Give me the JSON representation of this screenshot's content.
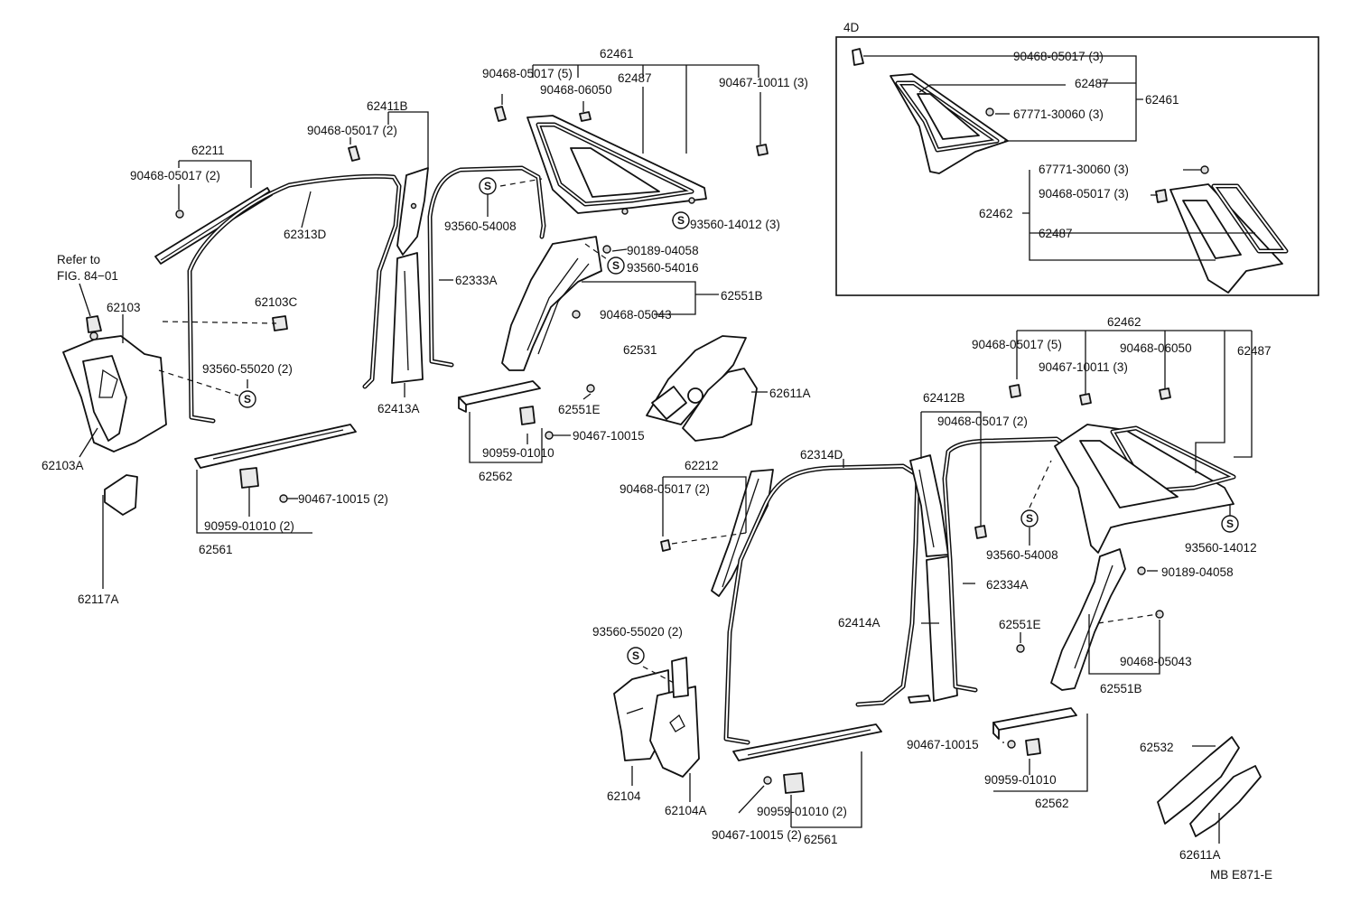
{
  "inset_title": "4D",
  "drawing_code": "MB E871-E",
  "screw_symbol": "S",
  "labels": {
    "l62461": "62461",
    "l90468_05017_5_a": "90468-05017 (5)",
    "l62487_a": "62487",
    "l90468_06050_a": "90468-06050",
    "l90467_10011_3_a": "90467-10011 (3)",
    "l62411B": "62411B",
    "l90468_05017_2_a": "90468-05017 (2)",
    "l62211": "62211",
    "l90468_05017_2_b": "90468-05017 (2)",
    "l62313D": "62313D",
    "l93560_54008_a": "93560-54008",
    "l93560_14012_3": "93560-14012 (3)",
    "l90189_04058_a": "90189-04058",
    "l93560_54016": "93560-54016",
    "l62333A": "62333A",
    "l62551B_a": "62551B",
    "l90468_05043_a": "90468-05043",
    "l62103C": "62103C",
    "l62103": "62103",
    "refer1": "Refer to",
    "refer2": "FIG. 84−01",
    "l93560_55020_2_a": "93560-55020 (2)",
    "l62413A": "62413A",
    "l62531": "62531",
    "l62611A_a": "62611A",
    "l62551E_a": "62551E",
    "l90467_10015_a": "90467-10015",
    "l90959_01010_a": "90959-01010",
    "l62562_a": "62562",
    "l62103A": "62103A",
    "l90467_10015_2_a": "90467-10015 (2)",
    "l90959_01010_2_a": "90959-01010 (2)",
    "l62561_a": "62561",
    "l62117A": "62117A",
    "i90468_05017_3": "90468-05017 (3)",
    "i62487_a": "62487",
    "i62461": "62461",
    "i67771_30060_3_a": "67771-30060 (3)",
    "i67771_30060_3_b": "67771-30060 (3)",
    "i90468_05017_3_b": "90468-05017 (3)",
    "i62462": "62462",
    "i62487_b": "62487",
    "l62462": "62462",
    "l90468_05017_5_b": "90468-05017 (5)",
    "l90468_06050_b": "90468-06050",
    "l62487_b": "62487",
    "l90467_10011_3_b": "90467-10011 (3)",
    "l62412B": "62412B",
    "l90468_05017_2_c": "90468-05017 (2)",
    "l62314D": "62314D",
    "l62212": "62212",
    "l90468_05017_2_d": "90468-05017 (2)",
    "l93560_54008_b": "93560-54008",
    "l93560_14012": "93560-14012",
    "l90189_04058_b": "90189-04058",
    "l62334A": "62334A",
    "l62414A": "62414A",
    "l62551E_b": "62551E",
    "l90468_05043_b": "90468-05043",
    "l62551B_b": "62551B",
    "l93560_55020_2_b": "93560-55020 (2)",
    "l62104": "62104",
    "l62104A": "62104A",
    "l90467_10015_b": "90467-10015",
    "l90959_01010_b": "90959-01010",
    "l62562_b": "62562",
    "l90959_01010_2_b": "90959-01010 (2)",
    "l90467_10015_2_b": "90467-10015 (2)",
    "l62561_b": "62561",
    "l62532": "62532",
    "l62611A_b": "62611A"
  }
}
